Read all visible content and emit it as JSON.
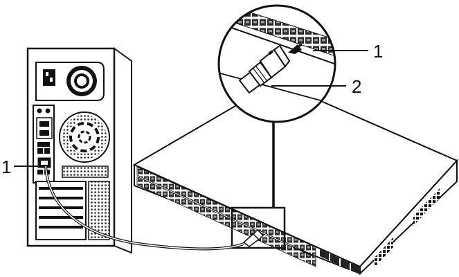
{
  "diagram": {
    "callouts": {
      "pc_port": "1",
      "switch_port": "1",
      "cable_connector": "2"
    }
  }
}
